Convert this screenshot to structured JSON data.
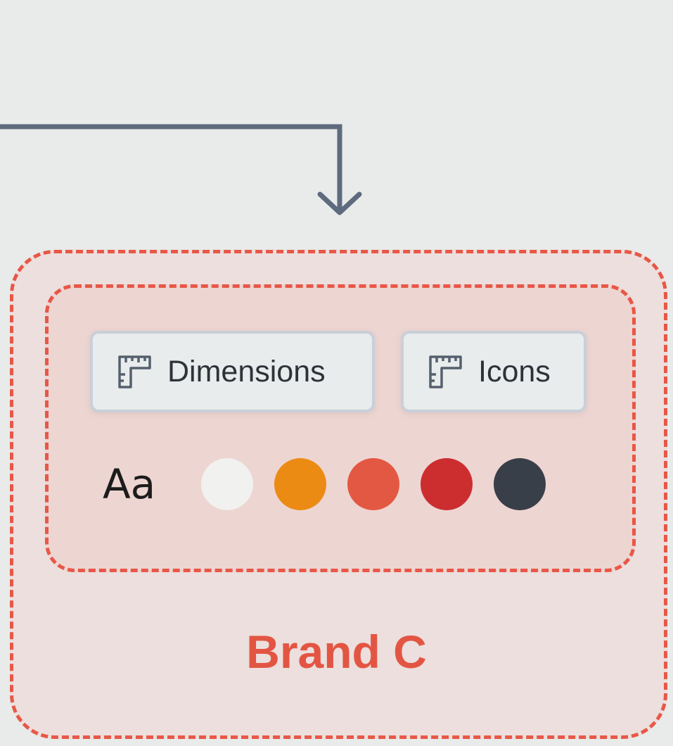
{
  "brand": {
    "name": "Brand C",
    "accent_color": "#e85747"
  },
  "tokens": {
    "dimensions_label": "Dimensions",
    "icons_label": "Icons",
    "chip_icon": "ruler-icon",
    "typography_sample": "Aa"
  },
  "palette": [
    {
      "name": "white-swatch",
      "color": "#f1f1ef"
    },
    {
      "name": "orange-swatch",
      "color": "#ec8b14"
    },
    {
      "name": "coral-swatch",
      "color": "#e35842"
    },
    {
      "name": "red-swatch",
      "color": "#cc2e30"
    },
    {
      "name": "charcoal-swatch",
      "color": "#393f49"
    }
  ],
  "connector": {
    "color": "#5e6a7d",
    "direction": "down-into-brand"
  }
}
